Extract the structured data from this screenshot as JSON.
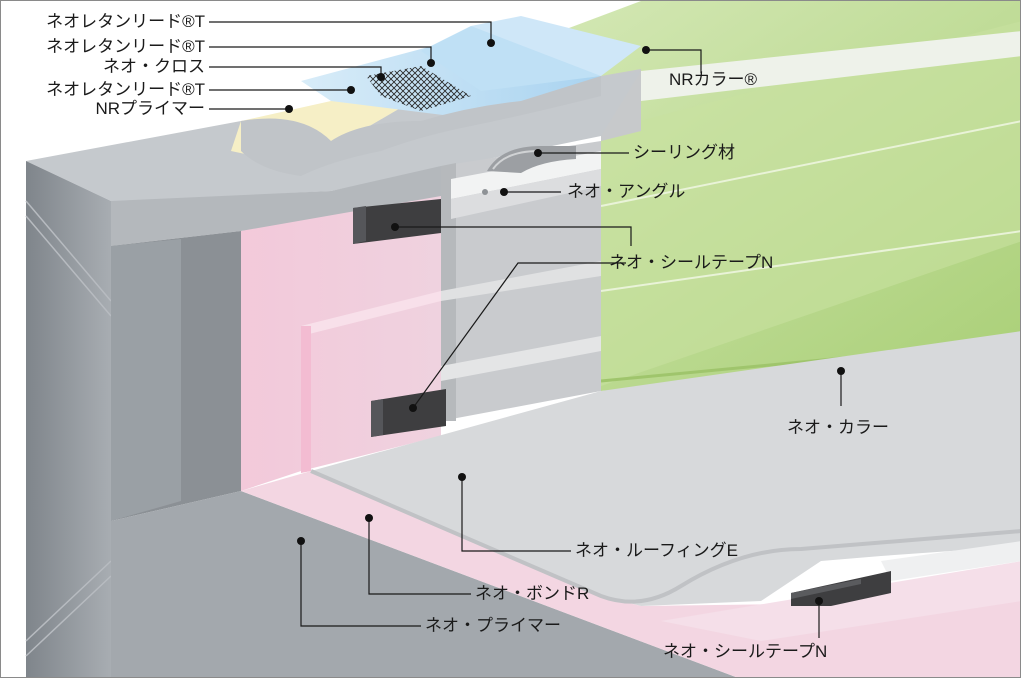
{
  "labels": {
    "neo_retanlead_top": "ネオレタンリード®T",
    "neo_retanlead_mid": "ネオレタンリード®T",
    "neo_cross": "ネオ・クロス",
    "neo_retanlead_low": "ネオレタンリード®T",
    "nr_primer": "NRプライマー",
    "nr_color": "NRカラー®",
    "sealing": "シーリング材",
    "neo_angle": "ネオ・アングル",
    "neo_sealtape_upper": "ネオ・シールテープN",
    "neo_color": "ネオ・カラー",
    "neo_roofing": "ネオ・ルーフィングE",
    "neo_bond": "ネオ・ボンドR",
    "neo_primer": "ネオ・プライマー",
    "neo_sealtape_lower": "ネオ・シールテープN"
  },
  "colors": {
    "green": "#bcd98f",
    "green_light": "#d6e8b6",
    "pink": "#f1c6d8",
    "pink_light": "#f7dbe6",
    "grey_wall": "#9ea3a8",
    "grey_top": "#c8ccd0",
    "grey_floor": "#d9dbdd",
    "blue_layer": "#bcdcf2",
    "yellow_primer": "#f6efc6",
    "tape": "#3e3e40"
  }
}
